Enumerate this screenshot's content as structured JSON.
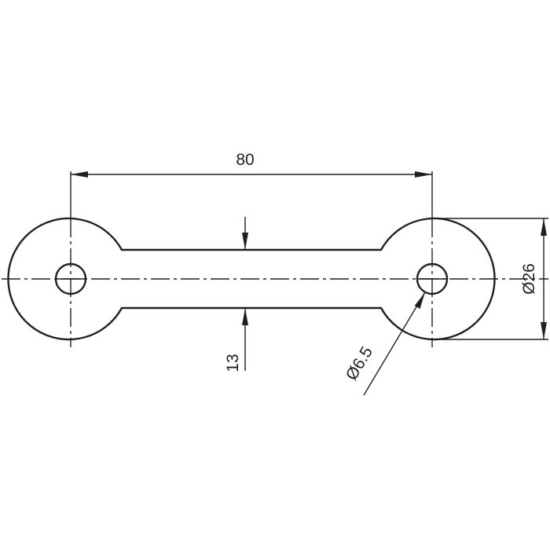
{
  "drawing": {
    "dimensions": {
      "center_distance": "80",
      "bar_width": "13",
      "hole_diameter": "Ø6.5",
      "boss_diameter": "Ø26"
    },
    "colors": {
      "line": "#231f20",
      "background": "#ffffff"
    }
  }
}
